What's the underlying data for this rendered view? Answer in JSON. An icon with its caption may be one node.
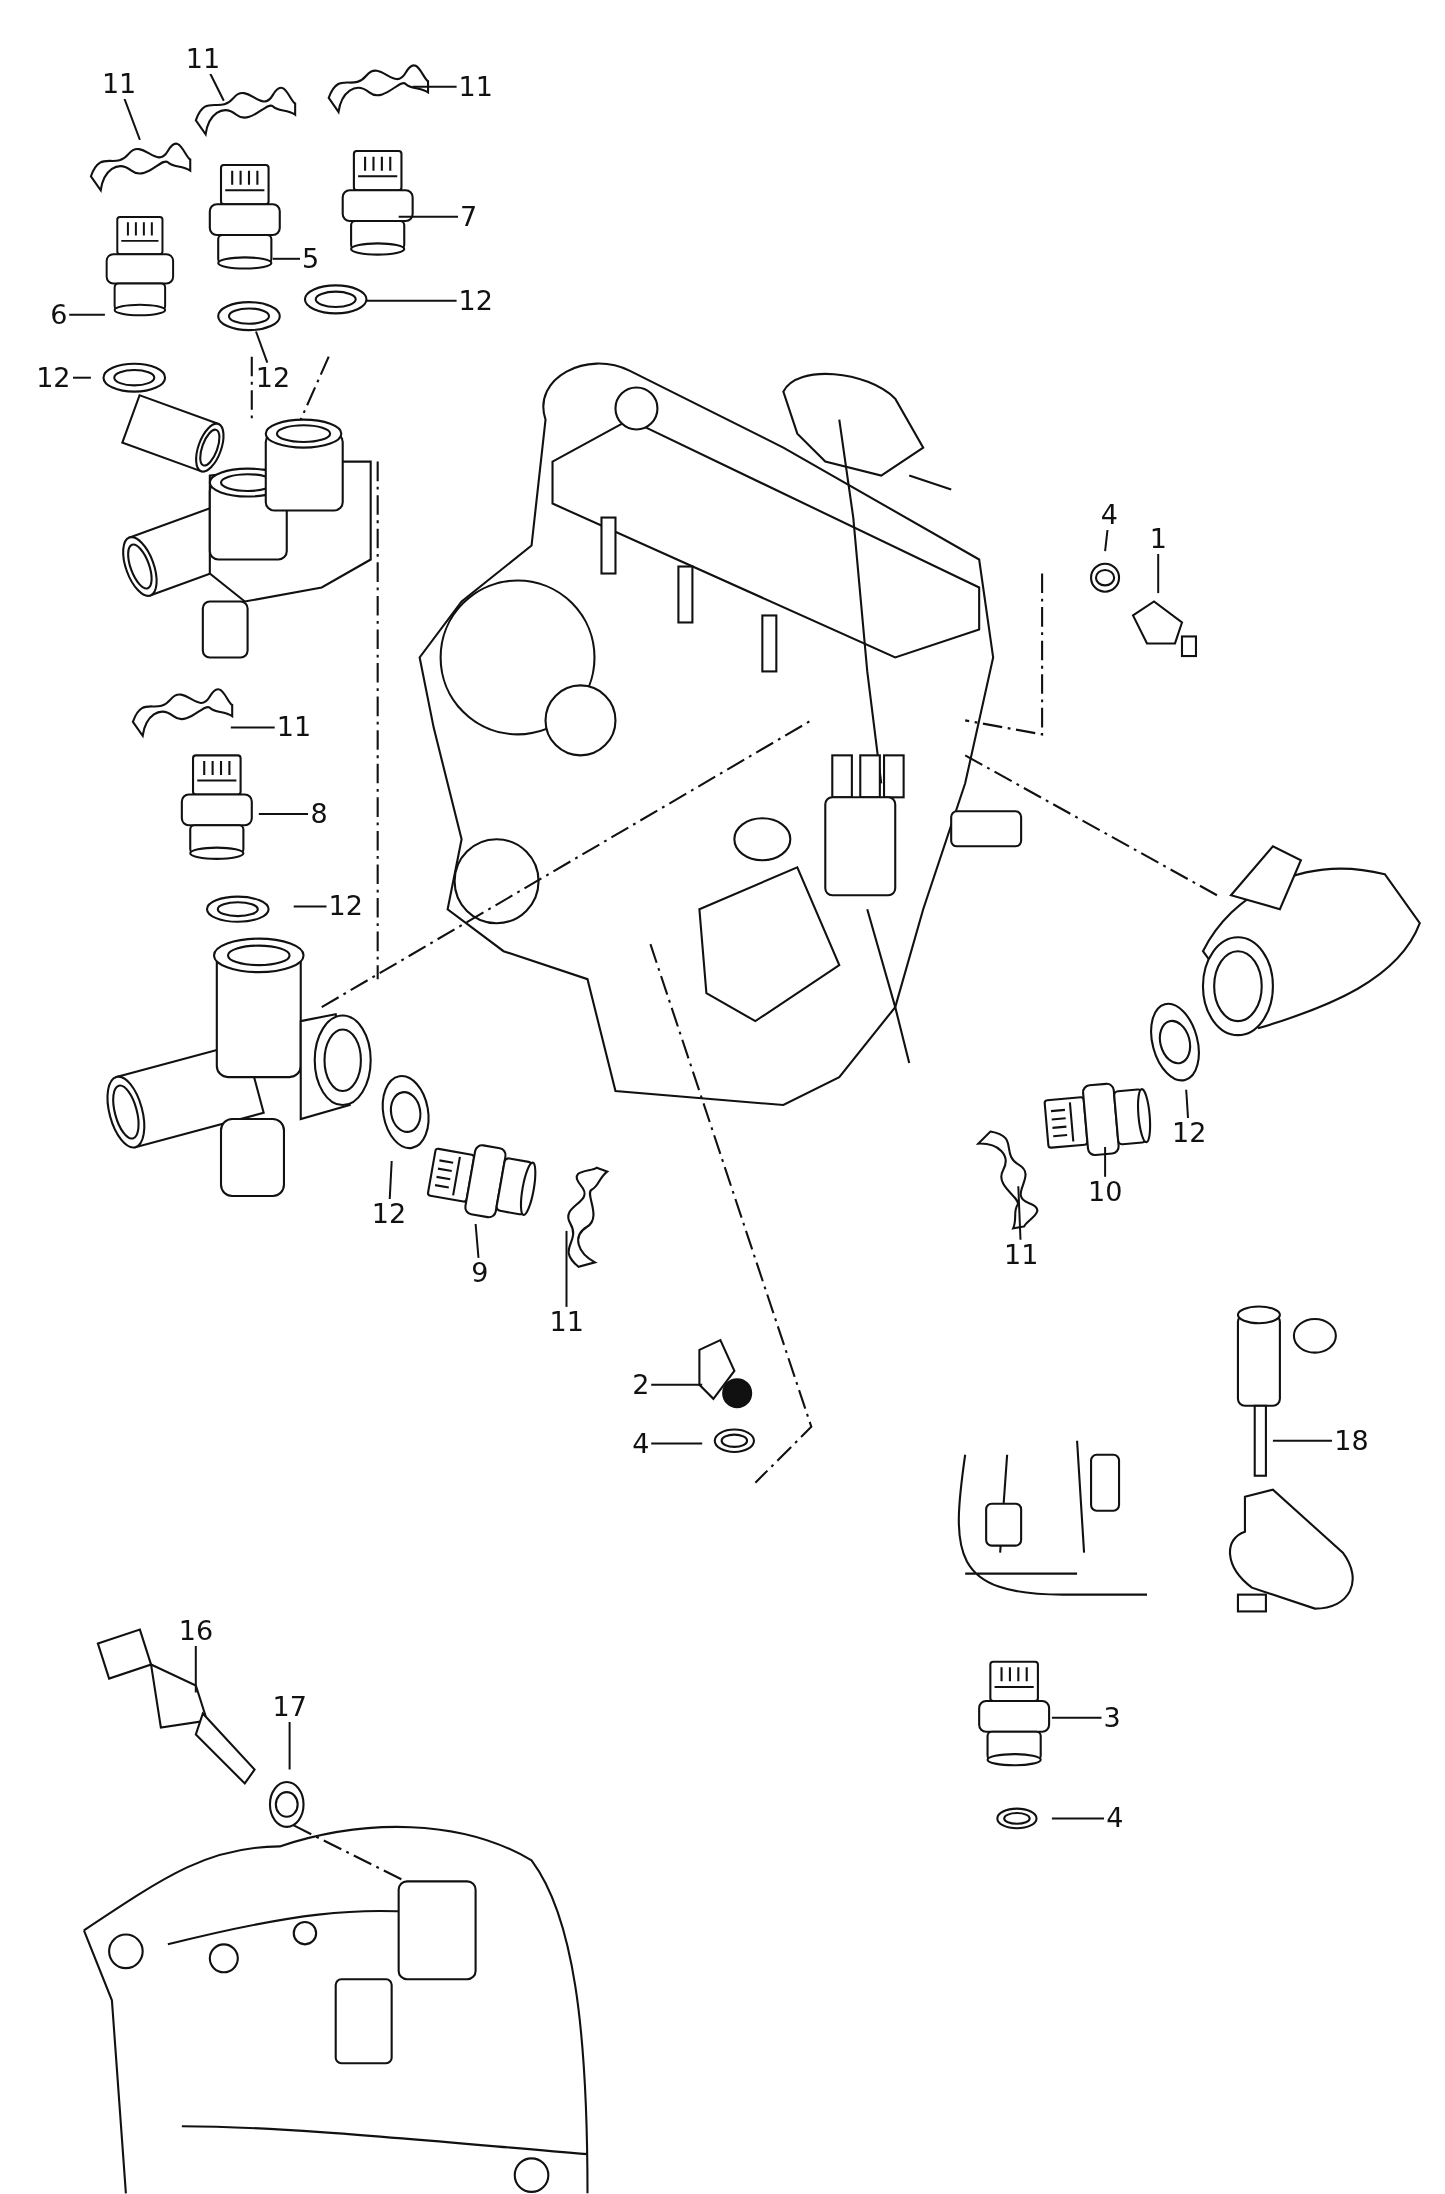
{
  "diagram": {
    "nodes": [
      {
        "text": [
          "11"
        ]
      },
      {
        "text": [
          "11"
        ]
      },
      {
        "text": [
          "11"
        ]
      },
      {
        "text": [
          "7"
        ]
      },
      {
        "text": [
          "5"
        ]
      },
      {
        "text": [
          "12"
        ]
      },
      {
        "text": [
          "6"
        ]
      },
      {
        "text": [
          "12"
        ]
      },
      {
        "text": [
          "12"
        ]
      },
      {
        "text": [
          "4"
        ]
      },
      {
        "text": [
          "1"
        ]
      },
      {
        "text": [
          "11"
        ]
      },
      {
        "text": [
          "8"
        ]
      },
      {
        "text": [
          "12"
        ]
      },
      {
        "text": [
          "12"
        ]
      },
      {
        "text": [
          "10"
        ]
      },
      {
        "text": [
          "12"
        ]
      },
      {
        "text": [
          "11"
        ]
      },
      {
        "text": [
          "9"
        ]
      },
      {
        "text": [
          "11"
        ]
      },
      {
        "text": [
          "2"
        ]
      },
      {
        "text": [
          "18"
        ]
      },
      {
        "text": [
          "4"
        ]
      },
      {
        "text": [
          "16"
        ]
      },
      {
        "text": [
          "17"
        ]
      },
      {
        "text": [
          "3"
        ]
      },
      {
        "text": [
          "4"
        ]
      }
    ],
    "edges": [
      {
        "from": 0,
        "to": null,
        "arrow": "none"
      },
      {
        "from": 1,
        "to": null,
        "arrow": "none"
      },
      {
        "from": 2,
        "to": null,
        "arrow": "none"
      },
      {
        "from": 3,
        "to": null,
        "arrow": "none"
      },
      {
        "from": 4,
        "to": null,
        "arrow": "none"
      },
      {
        "from": 5,
        "to": null,
        "arrow": "none"
      },
      {
        "from": 6,
        "to": null,
        "arrow": "none"
      },
      {
        "from": 7,
        "to": null,
        "arrow": "none"
      },
      {
        "from": 8,
        "to": null,
        "arrow": "none"
      },
      {
        "from": 9,
        "to": null,
        "arrow": "none"
      },
      {
        "from": 10,
        "to": null,
        "arrow": "none"
      },
      {
        "from": 11,
        "to": null,
        "arrow": "none"
      },
      {
        "from": 12,
        "to": null,
        "arrow": "none"
      },
      {
        "from": 13,
        "to": null,
        "arrow": "none"
      },
      {
        "from": 14,
        "to": null,
        "arrow": "none"
      },
      {
        "from": 15,
        "to": null,
        "arrow": "none"
      },
      {
        "from": 16,
        "to": null,
        "arrow": "none"
      },
      {
        "from": 17,
        "to": null,
        "arrow": "none"
      },
      {
        "from": 18,
        "to": null,
        "arrow": "none"
      },
      {
        "from": 19,
        "to": null,
        "arrow": "none"
      },
      {
        "from": 20,
        "to": null,
        "arrow": "none"
      },
      {
        "from": 21,
        "to": null,
        "arrow": "none"
      },
      {
        "from": 22,
        "to": null,
        "arrow": "none"
      },
      {
        "from": 23,
        "to": null,
        "arrow": "none"
      },
      {
        "from": 24,
        "to": null,
        "arrow": "none"
      },
      {
        "from": 25,
        "to": null,
        "arrow": "none"
      },
      {
        "from": 26,
        "to": null,
        "arrow": "none"
      }
    ]
  }
}
